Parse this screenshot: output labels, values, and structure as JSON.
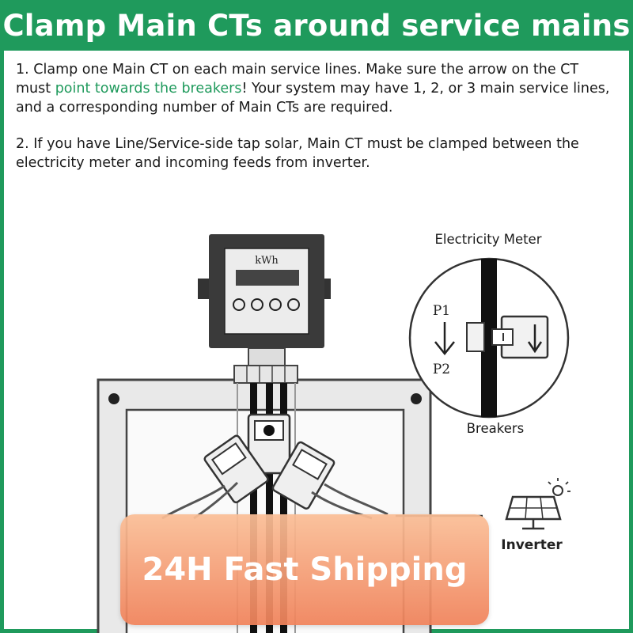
{
  "header": {
    "title": "Clamp Main CTs around service mains"
  },
  "instructions": {
    "step1_before": "1. Clamp one Main CT on each main service lines. Make sure the arrow on the CT must ",
    "step1_highlight": "point towards the breakers",
    "step1_after": "! Your system may have 1, 2, or 3 main service lines, and a corresponding number of Main CTs are required.",
    "step2": "2. If you have Line/Service-side tap solar, Main CT must be clamped between the electricity meter and incoming feeds from inverter."
  },
  "diagram": {
    "meter_unit": "kWh",
    "detail_title": "Electricity Meter",
    "detail_bottom": "Breakers",
    "p1_label": "P1",
    "p2_label": "P2",
    "inverter_label": "Inverter"
  },
  "banner": {
    "text": "24H Fast Shipping"
  },
  "colors": {
    "accent": "#1f9a5c",
    "banner": "#f0906a"
  }
}
